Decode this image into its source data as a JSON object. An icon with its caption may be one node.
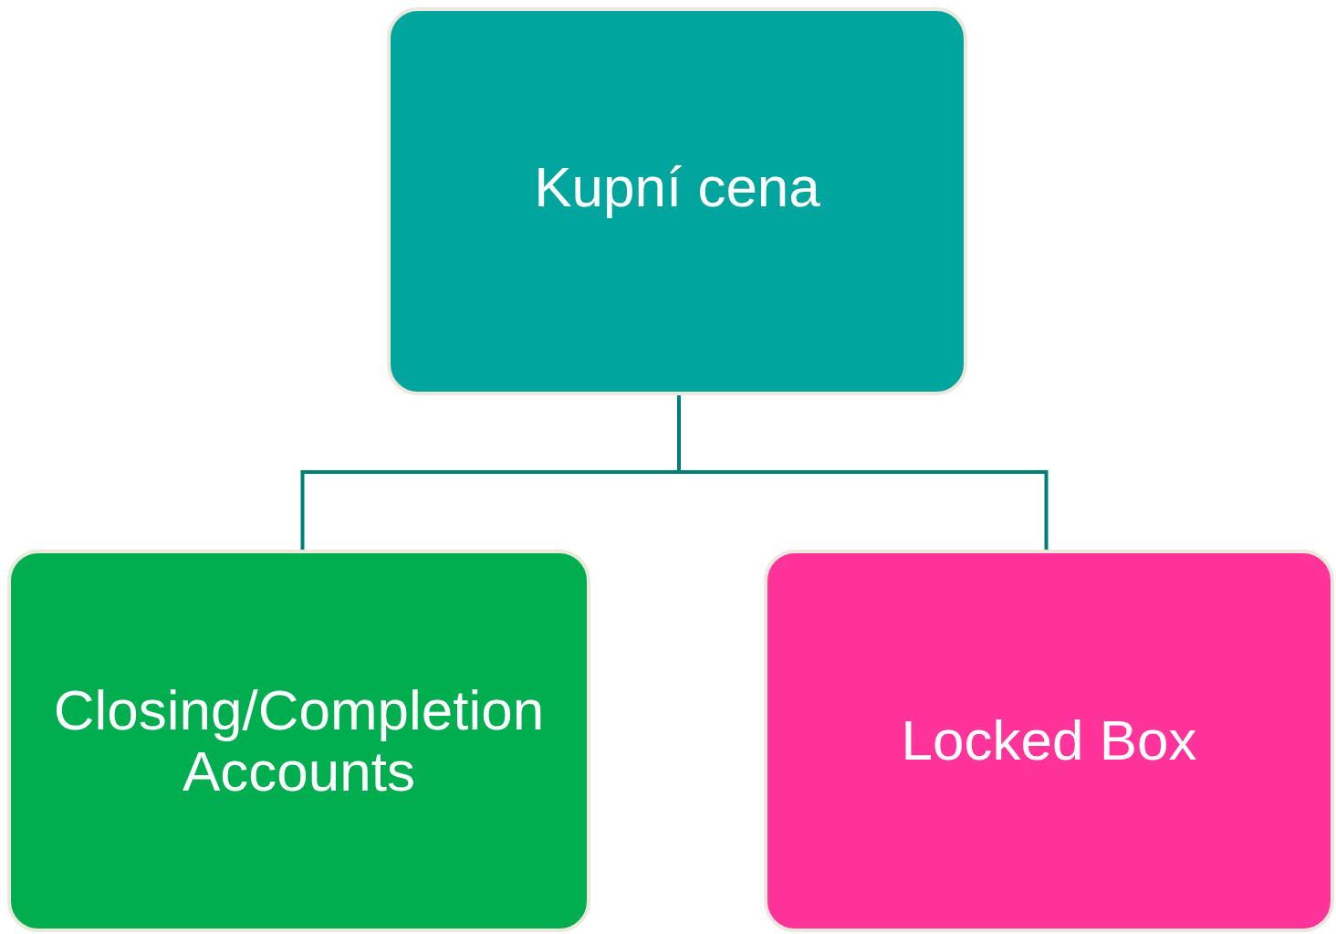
{
  "diagram": {
    "nodes": [
      {
        "text": [
          "Kupní cena"
        ]
      },
      {
        "text": [
          "Closing/Completion Accounts"
        ]
      },
      {
        "text": [
          "Locked Box"
        ]
      }
    ],
    "edges": [
      {
        "from": 0,
        "to": 1,
        "arrow": "none"
      },
      {
        "from": 0,
        "to": 2,
        "arrow": "none"
      }
    ]
  }
}
